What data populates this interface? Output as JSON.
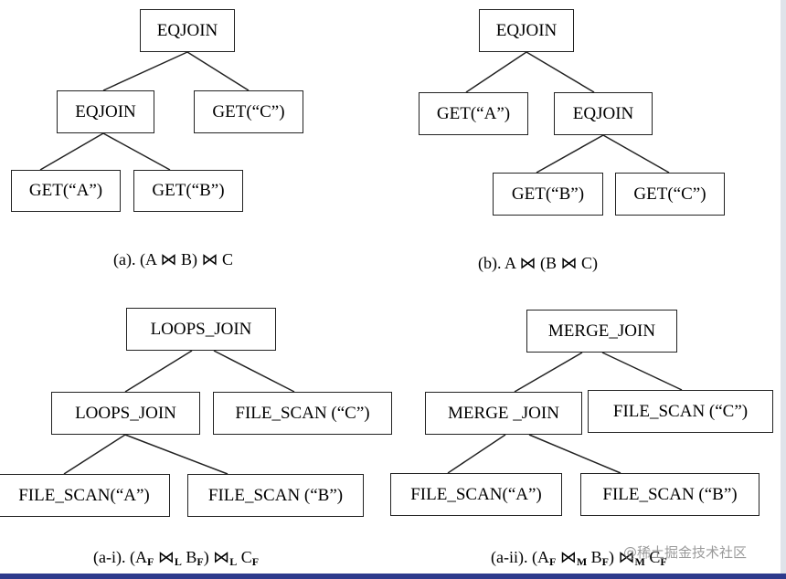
{
  "trees": {
    "a": {
      "root": "EQJOIN",
      "left": "EQJOIN",
      "right": "GET(“C”)",
      "left_left": "GET(“A”)",
      "left_right": "GET(“B”)",
      "caption": "(a). (A ⋈ B) ⋈ C"
    },
    "b": {
      "root": "EQJOIN",
      "left": "GET(“A”)",
      "right": "EQJOIN",
      "right_left": "GET(“B”)",
      "right_right": "GET(“C”)",
      "caption": "(b). A ⋈ (B ⋈ C)"
    },
    "ai": {
      "root": "LOOPS_JOIN",
      "left": "LOOPS_JOIN",
      "right": "FILE_SCAN (“C”)",
      "left_left": "FILE_SCAN(“A”)",
      "left_right": "FILE_SCAN (“B”)",
      "caption": {
        "prefix": "(a-i). (A",
        "s1": "F",
        "j1": " ⋈",
        "s2": "L",
        "b": " B",
        "s3": "F",
        "j2": ") ⋈",
        "s4": "L",
        "c": " C",
        "s5": "F"
      }
    },
    "aii": {
      "root": "MERGE_JOIN",
      "left": "MERGE _JOIN",
      "right": "FILE_SCAN (“C”)",
      "left_left": "FILE_SCAN(“A”)",
      "left_right": "FILE_SCAN (“B”)",
      "caption": {
        "prefix": "(a-ii). (A",
        "s1": "F",
        "j1": " ⋈",
        "s2": "M",
        "b": " B",
        "s3": "F",
        "j2": ") ⋈",
        "s4": "M",
        "c": " C",
        "s5": "F"
      }
    }
  },
  "watermark": "@稀土掘金技术社区",
  "colors": {
    "line": "#222222",
    "frame_bottom": "#2e3a8c"
  }
}
